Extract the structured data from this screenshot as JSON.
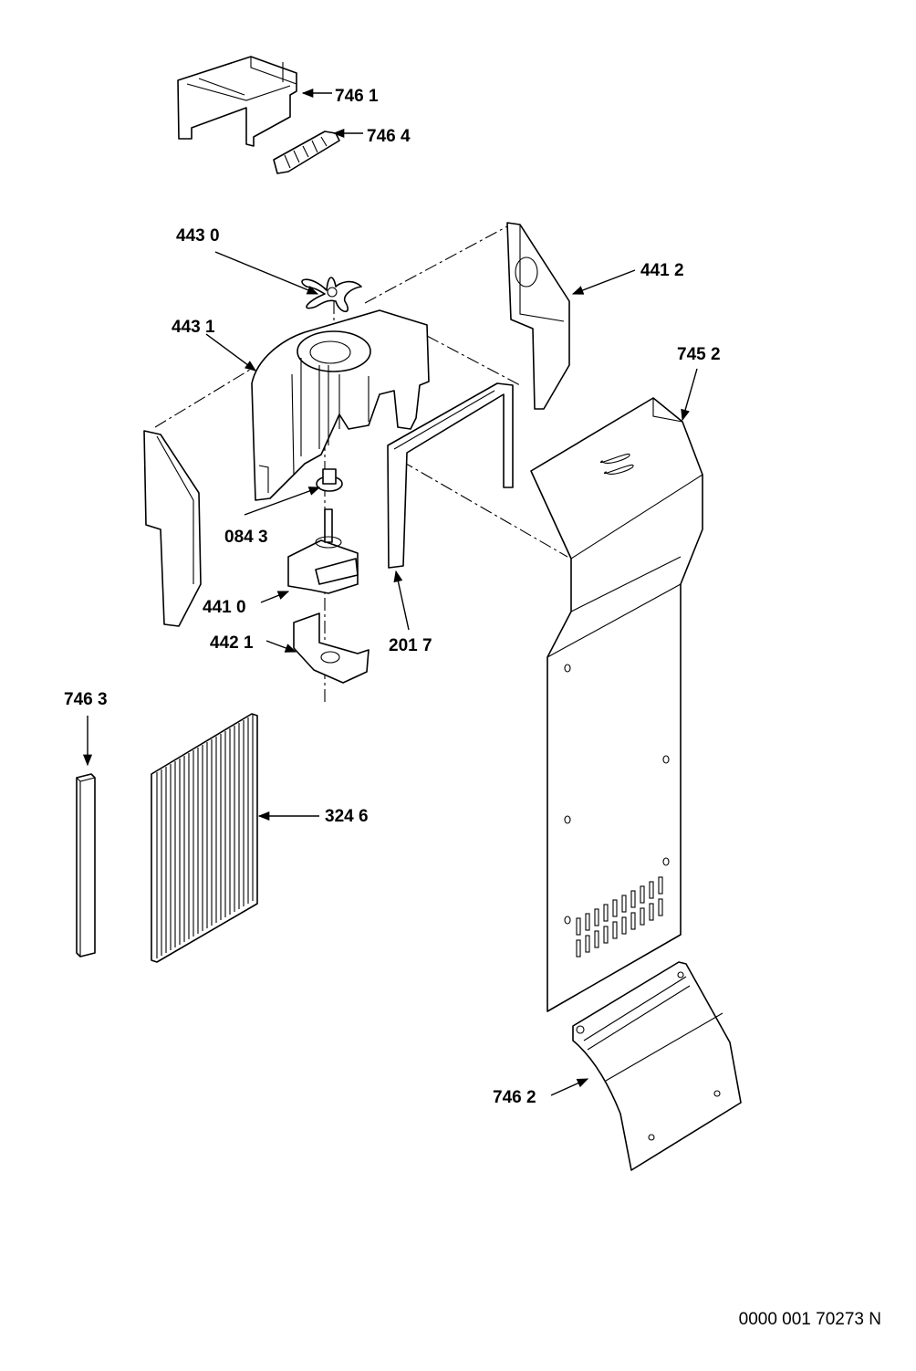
{
  "labels": {
    "p7461": "746 1",
    "p7464": "746 4",
    "p4430": "443 0",
    "p4412": "441 2",
    "p4431": "443 1",
    "p7452": "745 2",
    "p0843": "084 3",
    "p4410": "441 0",
    "p4421": "442 1",
    "p2017": "201 7",
    "p7463": "746 3",
    "p3246": "324 6",
    "p7462": "746 2"
  },
  "document_number": "0000 001 70273 N"
}
